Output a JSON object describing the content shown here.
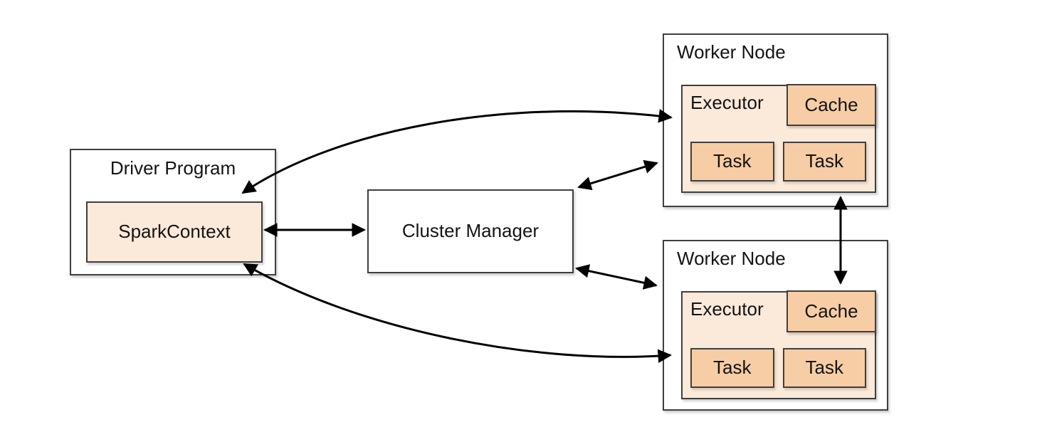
{
  "colors": {
    "canvas_bg": "#ffffff",
    "box_bg": "#ffffff",
    "light_fill": "#fbe9d9",
    "accent_fill": "#f7cda5",
    "border": "#3f3f3f",
    "arrow": "#000000",
    "text": "#141414"
  },
  "nodes": {
    "driver": {
      "label": "Driver Program",
      "spark_context_label": "SparkContext"
    },
    "cluster_manager": {
      "label": "Cluster Manager"
    },
    "workers": [
      {
        "label": "Worker Node",
        "executor_label": "Executor",
        "cache_label": "Cache",
        "task1_label": "Task",
        "task2_label": "Task"
      },
      {
        "label": "Worker Node",
        "executor_label": "Executor",
        "cache_label": "Cache",
        "task1_label": "Task",
        "task2_label": "Task"
      }
    ]
  },
  "connections": [
    {
      "from": "SparkContext",
      "to": "Cluster Manager",
      "bidirectional": true,
      "style": "straight"
    },
    {
      "from": "Cluster Manager",
      "to": "Worker Node (top)",
      "bidirectional": true,
      "style": "straight"
    },
    {
      "from": "Cluster Manager",
      "to": "Worker Node (bottom)",
      "bidirectional": true,
      "style": "straight"
    },
    {
      "from": "Worker Node (top)",
      "to": "Worker Node (bottom)",
      "bidirectional": true,
      "style": "straight"
    },
    {
      "from": "SparkContext",
      "to": "Executor (top worker)",
      "bidirectional": true,
      "style": "curved"
    },
    {
      "from": "SparkContext",
      "to": "Executor (bottom worker)",
      "bidirectional": true,
      "style": "curved"
    }
  ]
}
